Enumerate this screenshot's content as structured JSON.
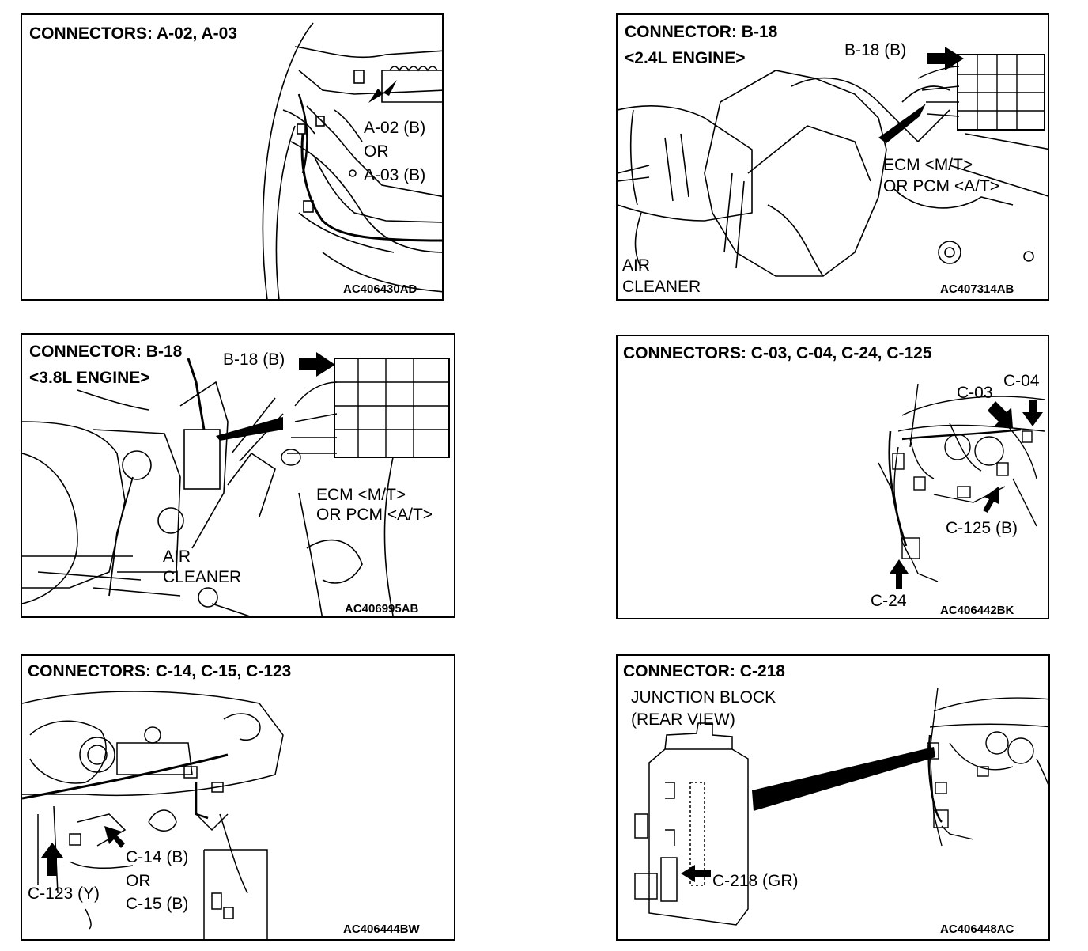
{
  "panels": [
    {
      "title": "CONNECTORS: A-02, A-03",
      "labels": [
        "A-02 (B)",
        "OR",
        "A-03 (B)"
      ],
      "code": "AC406430AD"
    },
    {
      "title": "CONNECTOR: B-18",
      "subtitle": "<2.4L ENGINE>",
      "labels": [
        "B-18 (B)",
        "ECM <M/T>",
        "OR PCM <A/T>",
        "AIR",
        "CLEANER"
      ],
      "code": "AC407314AB"
    },
    {
      "title": "CONNECTOR: B-18",
      "subtitle": "<3.8L ENGINE>",
      "labels": [
        "B-18 (B)",
        "ECM <M/T>",
        "OR PCM <A/T>",
        "AIR",
        "CLEANER"
      ],
      "code": "AC406995AB"
    },
    {
      "title": "CONNECTORS: C-03, C-04, C-24, C-125",
      "labels": [
        "C-03",
        "C-04",
        "C-125 (B)",
        "C-24"
      ],
      "code": "AC406442BK"
    },
    {
      "title": "CONNECTORS: C-14, C-15, C-123",
      "labels": [
        "C-14 (B)",
        "OR",
        "C-123 (Y)",
        "C-15 (B)"
      ],
      "code": "AC406444BW"
    },
    {
      "title": "CONNECTOR: C-218",
      "labels": [
        "JUNCTION BLOCK",
        "(REAR VIEW)",
        "C-218 (GR)"
      ],
      "code": "AC406448AC"
    }
  ]
}
